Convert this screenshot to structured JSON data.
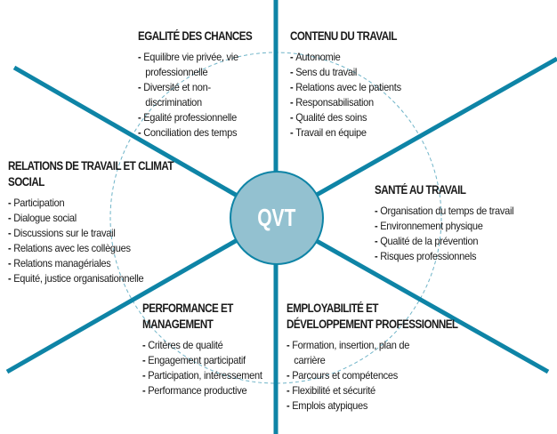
{
  "center": {
    "label": "QVT"
  },
  "colors": {
    "spoke": "#0e84a6",
    "hub_fill": "#93c1d0",
    "dashed_ring": "#6fb4c8"
  },
  "sections": [
    {
      "title": "Egalité des chances",
      "items": [
        "Equilibre vie privée, vie professionnelle",
        "Diversité et non-discrimination",
        "Egalité professionnelle",
        "Conciliation des temps"
      ]
    },
    {
      "title": "Contenu du travail",
      "items": [
        "Autonomie",
        "Sens du travail",
        "Relations avec le patients",
        "Responsabilisation",
        "Qualité des soins",
        "Travail en équipe"
      ]
    },
    {
      "title": "Relations de travail et climat social",
      "items": [
        "Participation",
        "Dialogue social",
        "Discussions sur le travail",
        "Relations avec les collègues",
        "Relations managériales",
        "Equité, justice organisationnelle"
      ]
    },
    {
      "title": "Santé au travail",
      "items": [
        "Organisation du temps de travail",
        "Environnement physique",
        "Qualité de la prévention",
        "Risques professionnels"
      ]
    },
    {
      "title": "Performance et management",
      "items": [
        "Critères de qualité",
        "Engagement participatif",
        "Participation, intéressement",
        "Performance productive"
      ]
    },
    {
      "title": "Employabilité et développement professionnel",
      "items": [
        "Formation, insertion, plan de carrière",
        "Parcours et compétences",
        "Flexibilité et sécurité",
        "Emplois atypiques"
      ]
    }
  ]
}
